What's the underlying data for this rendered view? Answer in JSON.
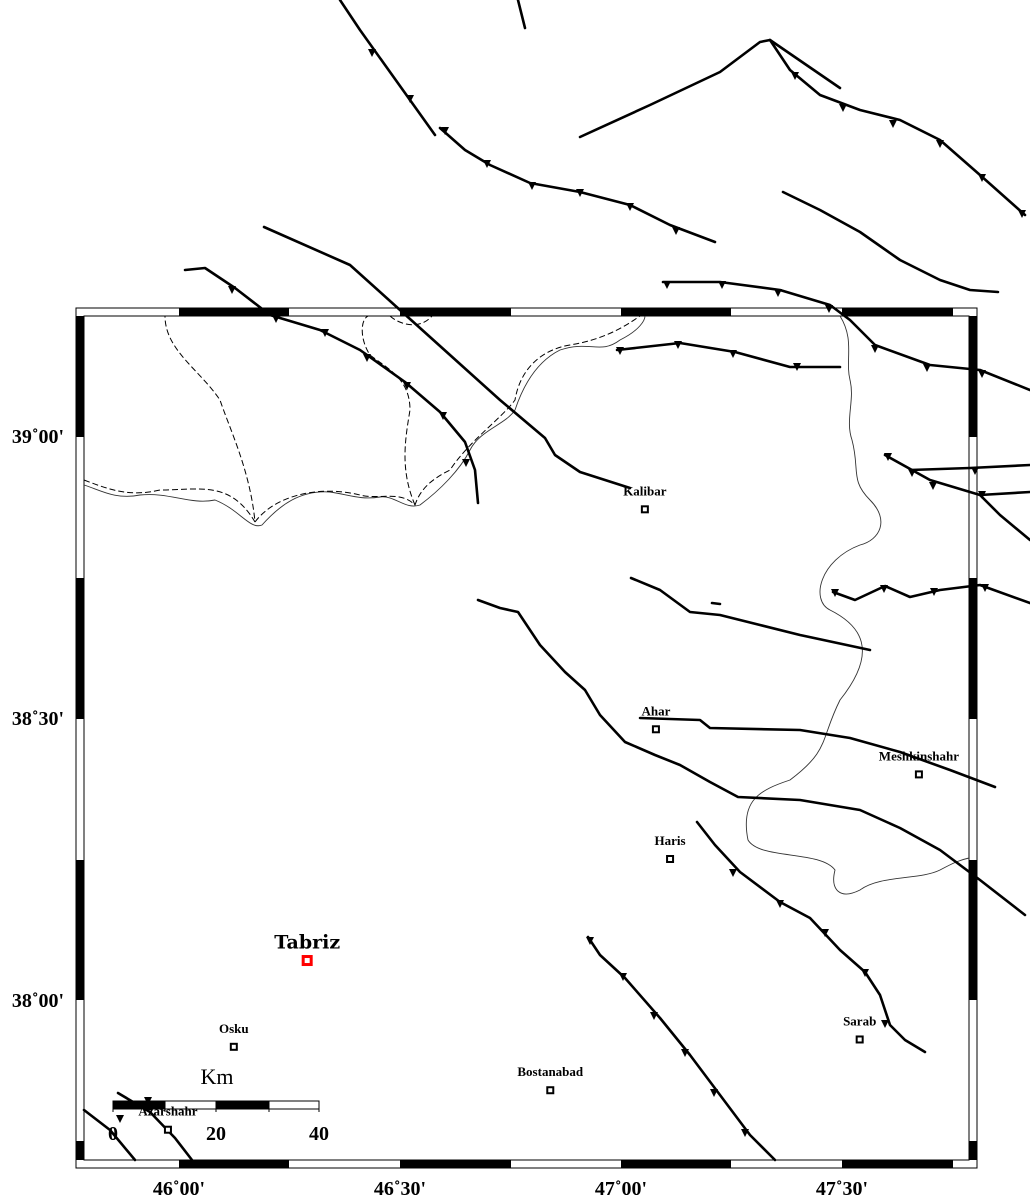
{
  "map": {
    "frame": {
      "lon_min": 45.7833,
      "lon_max": 47.7833,
      "lat_min": 37.7,
      "lat_max": 39.2333
    },
    "lon_ticks": [
      {
        "value": 46.0,
        "label": "46˚00'"
      },
      {
        "value": 46.5,
        "label": "46˚30'"
      },
      {
        "value": 47.0,
        "label": "47˚00'"
      },
      {
        "value": 47.5,
        "label": "47˚30'"
      }
    ],
    "lat_ticks": [
      {
        "value": 39.0,
        "label": "39˚00'"
      },
      {
        "value": 38.5,
        "label": "38˚30'"
      },
      {
        "value": 38.0,
        "label": "38˚00'"
      }
    ],
    "cities": [
      {
        "name": "Kalibar",
        "lon": 47.054,
        "lat": 38.87
      },
      {
        "name": "Ahar",
        "lon": 47.079,
        "lat": 38.48
      },
      {
        "name": "Meshkinshahr",
        "lon": 47.674,
        "lat": 38.4
      },
      {
        "name": "Haris",
        "lon": 47.111,
        "lat": 38.25
      },
      {
        "name": "Osku",
        "lon": 46.124,
        "lat": 37.917
      },
      {
        "name": "Sarab",
        "lon": 47.54,
        "lat": 37.93
      },
      {
        "name": "Bostanabad",
        "lon": 46.84,
        "lat": 37.84
      },
      {
        "name": "Azarshahr",
        "lon": 45.975,
        "lat": 37.77
      }
    ],
    "highlight_city": {
      "name": "Tabriz",
      "lon": 46.29,
      "lat": 38.07,
      "color": "#ff0000"
    },
    "scale_bar": {
      "unit": "Km",
      "labels": [
        "0",
        "20",
        "40"
      ]
    }
  }
}
